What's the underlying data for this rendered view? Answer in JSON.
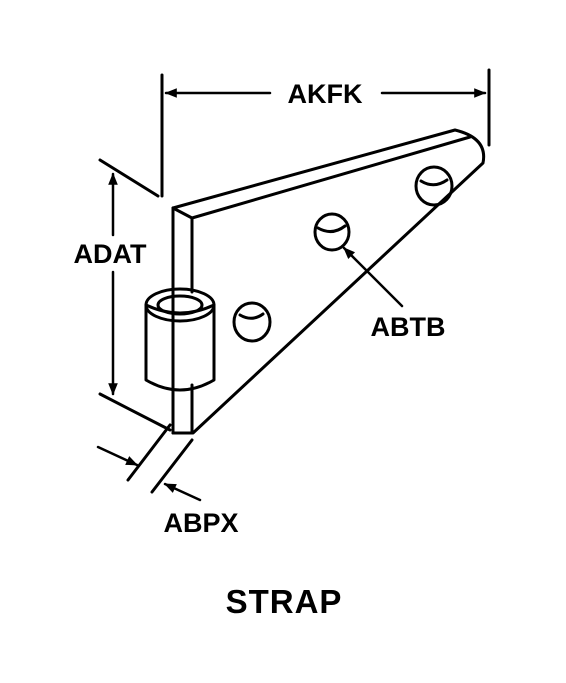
{
  "diagram": {
    "title": "STRAP",
    "dimensions": {
      "width_label": "AKFK",
      "height_label": "ADAT",
      "hole_label": "ABTB",
      "thickness_label": "ABPX"
    }
  }
}
